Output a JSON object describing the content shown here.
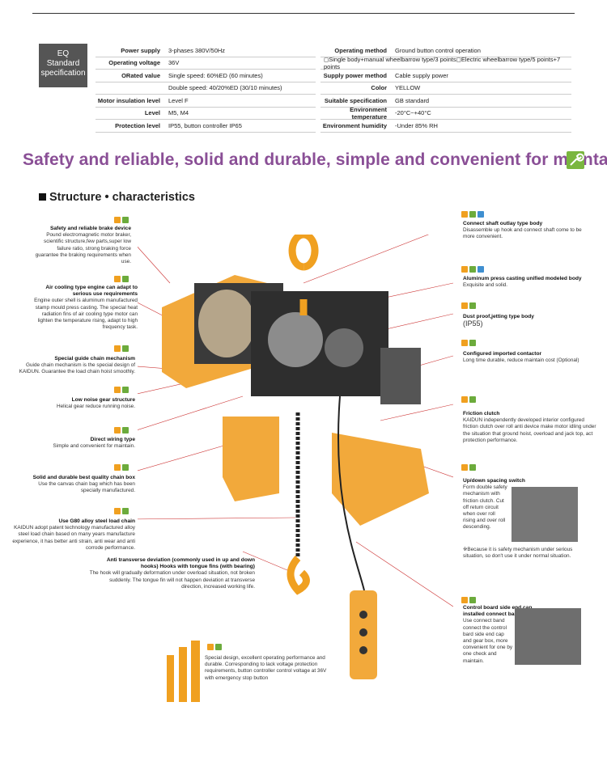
{
  "spec": {
    "badge": [
      "EQ",
      "Standard",
      "specification"
    ],
    "left": [
      {
        "k": "Power supply",
        "v": "3-phases 380V/50Hz"
      },
      {
        "k": "Operating voltage",
        "v": "36V"
      },
      {
        "k": "ORated value",
        "v": "Single speed: 60%ED (60 minutes)"
      },
      {
        "k": "",
        "v": "Double speed: 40/20%ED (30/10 minutes)"
      },
      {
        "k": "Motor insulation level",
        "v": "Level F"
      },
      {
        "k": "Level",
        "v": "M5, M4"
      },
      {
        "k": "Protection level",
        "v": "IP55, button controller IP65"
      }
    ],
    "right": [
      {
        "k": "Operating method",
        "v": "Ground button control operation"
      },
      {
        "k": "",
        "v": "◻Single body+manual wheelbarrow type/3 points◻Electric wheelbarrow type/5 points+7 points"
      },
      {
        "k": "Supply power method",
        "v": "Cable supply power"
      },
      {
        "k": "Color",
        "v": "YELLOW"
      },
      {
        "k": "Suitable specification",
        "v": "GB standard"
      },
      {
        "k": "Environment temperature",
        "v": "-20°C~+40°C"
      },
      {
        "k": "Environment humidity",
        "v": "-Under 85% RH"
      }
    ]
  },
  "headline": "Safety and reliable, solid and durable, simple and convenient for maintain",
  "section_title": "Structure • characteristics",
  "left_annotations": [
    {
      "t": "Safety and reliable brake device",
      "d": "Pound electromagnetic motor braker, scientific structure,few parts,super low failure ratio, strong braking force guarantee the braking requirements when use."
    },
    {
      "t": "Air cooling type engine can adapt to serious use requirements",
      "d": "Engine outer shell is aluminum manufactured stamp mould press casting. The special heat radiation fins of air cooling type motor can lighten the temperature rising, adapt to high frequency task."
    },
    {
      "t": "Special guide chain mechanism",
      "d": "Guide chain mechanism is the special design of KAIDUN. Guarantee the load chain hoist smoothly."
    },
    {
      "t": "Low noise gear structure",
      "d": "Helical gear reduce running noise."
    },
    {
      "t": "Direct wiring type",
      "d": "Simple and convenient for maintain."
    },
    {
      "t": "Solid and durable best quality chain box",
      "d": "Use the canvas chain bag which has been specially manufactured."
    },
    {
      "t": "Use G80 alloy steel load chain",
      "d": "KAIDUN adopt patent technology manufactured alloy steel load chain based on many years manufacture experience, it has better anti strain, anti wear and anti corrode performance."
    },
    {
      "t": "Anti transverse deviation (commonly used in up and down hooks) Hooks with tongue fins (with bearing)",
      "d": "The hook will gradually deformation under overload situation, not broken suddenly. The tongue fin will not happen deviation at transverse direction, increased working life."
    }
  ],
  "bottom_annotation": "Special design, excellent operating performance and durable. Corresponding to lack voltage protection requirements, button controller control voltage at 36V with emergency stop button",
  "right_annotations": [
    {
      "t": "Connect shaft outlay type body",
      "d": "Disassemble up hook and connect shaft come to be more convenient."
    },
    {
      "t": "Aluminum press casting unified modeled body",
      "d": "Exquisite and solid."
    },
    {
      "t": "Dust proof,jetting type body",
      "d": "(IP55)"
    },
    {
      "t": "Configured imported contactor",
      "d": "Long time durable, reduce maintain cost (Optional)"
    },
    {
      "t": "Friction clutch",
      "d": "KAIDUN independently developed interior configured friction clutch over roll anti device make motor idling under the situation that ground hoist, overload and jack top, act protection performance."
    },
    {
      "t": "Up/down spacing switch",
      "d": "Form double safety mechanism with friction clutch. Cut off return circuit when over roll rising and over roll descending."
    },
    {
      "t": "",
      "d": "※Because it is safety mechanism under serious situation, so don't use it under normal situation."
    },
    {
      "t": "Control board side end cap installed connect band",
      "d": "Use connect band connect the control bard side end cap and gear box, more convenient for one by one check and maintain."
    }
  ]
}
